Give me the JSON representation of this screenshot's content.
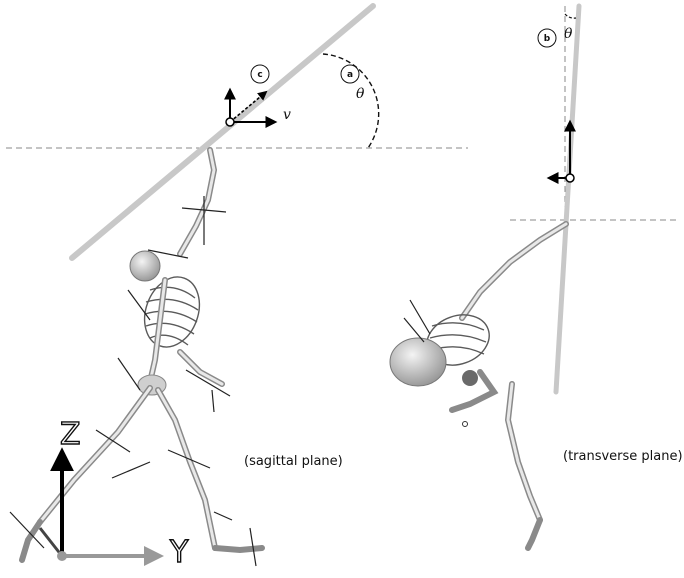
{
  "sagittal": {
    "caption": "(sagittal plane)",
    "badge_a": "a",
    "badge_c": "c",
    "theta": "θ",
    "velocity": "v",
    "axis_z": "Z",
    "axis_y": "Y"
  },
  "transverse": {
    "caption": "(transverse plane)",
    "badge_b": "b",
    "theta": "θ"
  },
  "colors": {
    "club": "#c8c8c8",
    "bone": "#9a9a9a",
    "ribs": "#5a5a5a",
    "dashed": "#888888",
    "arrow_blue": "#3b5a8a"
  }
}
